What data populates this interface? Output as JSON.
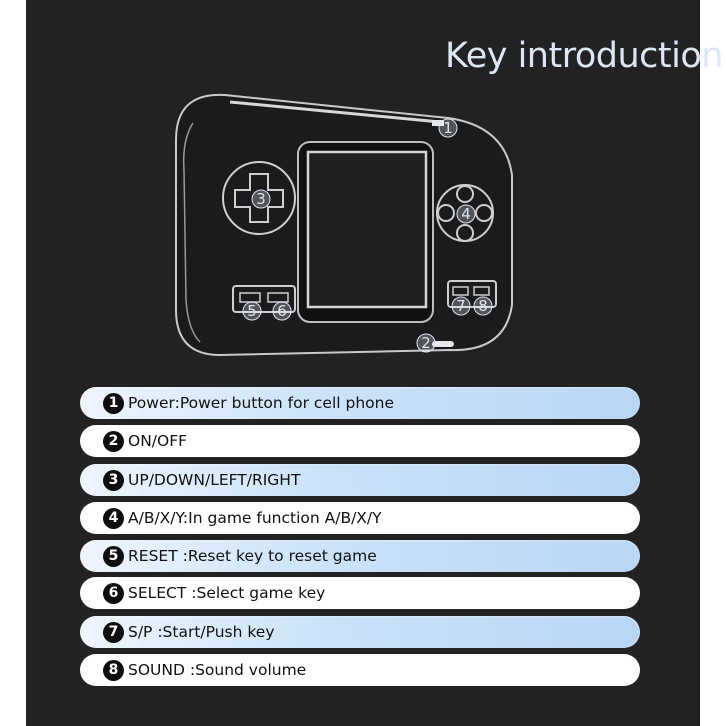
{
  "title": "Key introduction",
  "callouts": [
    "1",
    "2",
    "3",
    "4",
    "5",
    "6",
    "7",
    "8"
  ],
  "keys": [
    {
      "num": "1",
      "text": "Power:Power button for cell phone"
    },
    {
      "num": "2",
      "text": "ON/OFF"
    },
    {
      "num": "3",
      "text": "UP/DOWN/LEFT/RIGHT"
    },
    {
      "num": "4",
      "text": "A/B/X/Y:In game function A/B/X/Y"
    },
    {
      "num": "5",
      "text": "RESET :Reset key to reset game"
    },
    {
      "num": "6",
      "text": "SELECT :Select game key"
    },
    {
      "num": "7",
      "text": "S/P :Start/Push key"
    },
    {
      "num": "8",
      "text": "SOUND :Sound volume"
    }
  ]
}
